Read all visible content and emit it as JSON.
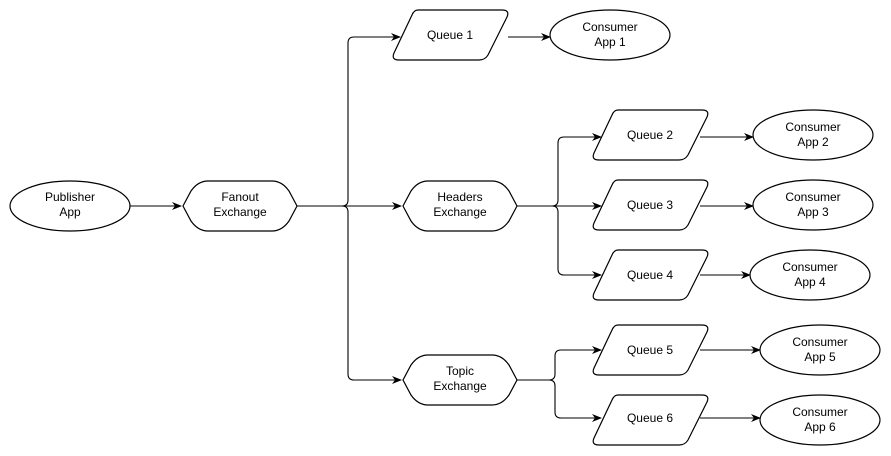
{
  "nodes": {
    "publisher": {
      "line1": "Publisher",
      "line2": "App"
    },
    "fanout": {
      "line1": "Fanout",
      "line2": "Exchange"
    },
    "headers": {
      "line1": "Headers",
      "line2": "Exchange"
    },
    "topic": {
      "line1": "Topic",
      "line2": "Exchange"
    },
    "queue1": {
      "label": "Queue 1"
    },
    "queue2": {
      "label": "Queue 2"
    },
    "queue3": {
      "label": "Queue 3"
    },
    "queue4": {
      "label": "Queue 4"
    },
    "queue5": {
      "label": "Queue 5"
    },
    "queue6": {
      "label": "Queue 6"
    },
    "consumer1": {
      "line1": "Consumer",
      "line2": "App 1"
    },
    "consumer2": {
      "line1": "Consumer",
      "line2": "App 2"
    },
    "consumer3": {
      "line1": "Consumer",
      "line2": "App 3"
    },
    "consumer4": {
      "line1": "Consumer",
      "line2": "App 4"
    },
    "consumer5": {
      "line1": "Consumer",
      "line2": "App 5"
    },
    "consumer6": {
      "line1": "Consumer",
      "line2": "App 6"
    }
  }
}
